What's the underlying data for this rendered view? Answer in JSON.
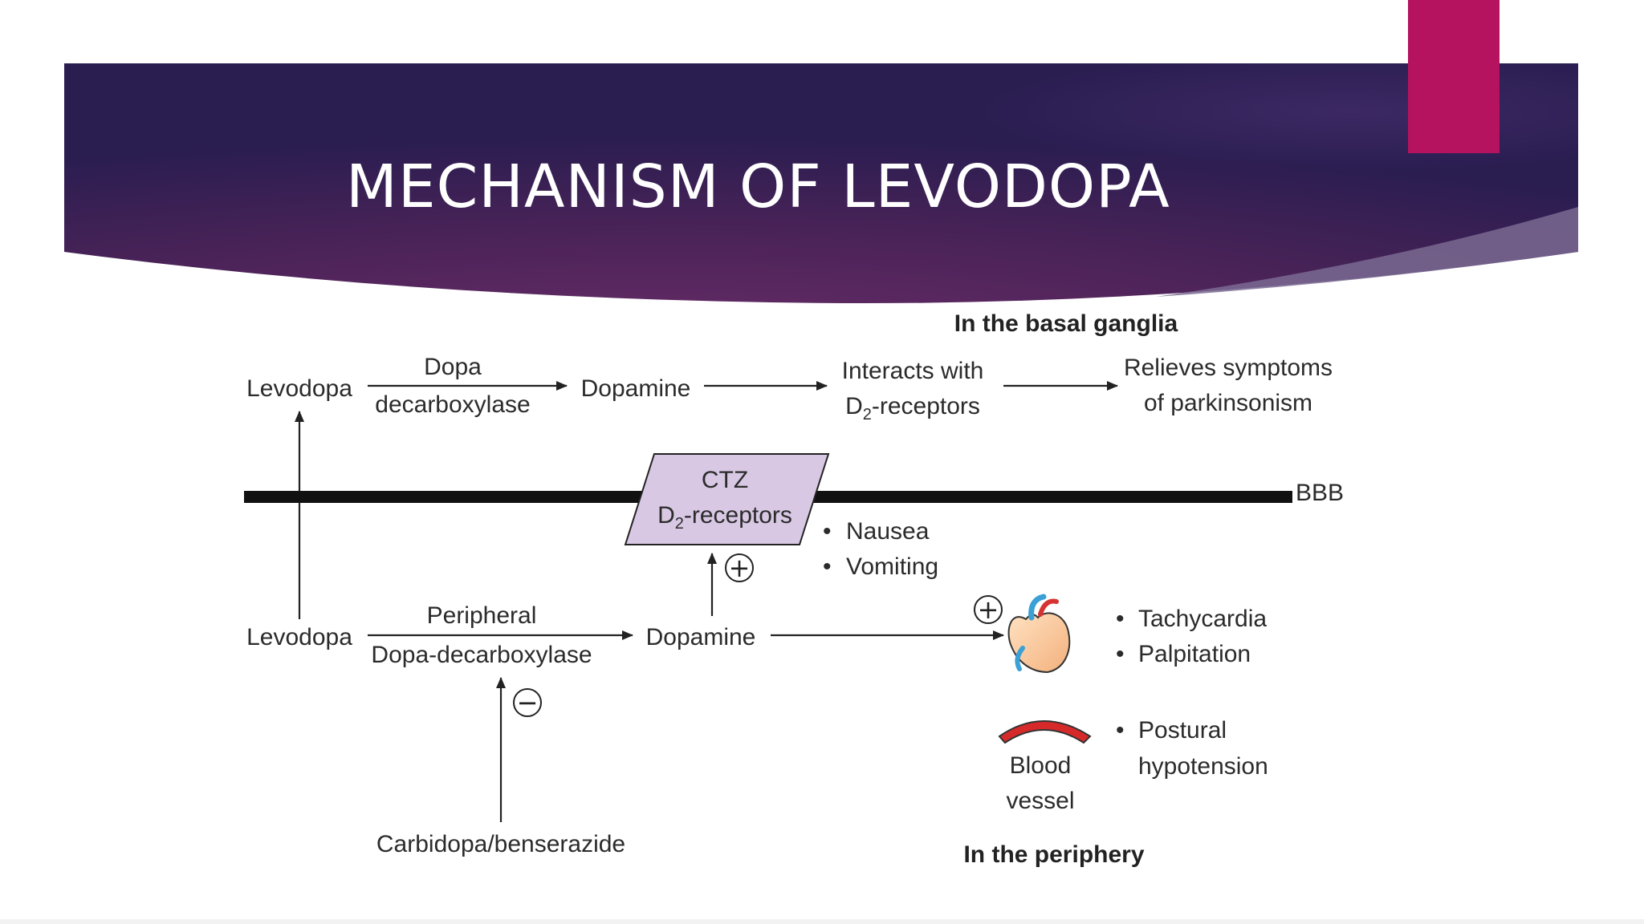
{
  "slide": {
    "title": "MECHANISM OF LEVODOPA",
    "colors": {
      "banner_dark": "#2a1d50",
      "banner_mid": "#6a2c68",
      "accent_tab": "#b5135f",
      "ctz_fill": "#d8c8e4"
    }
  },
  "diagram": {
    "section_top": "In the basal ganglia",
    "section_bottom": "In the periphery",
    "barrier_label": "BBB",
    "top_row": {
      "start": "Levodopa",
      "enzyme_line1": "Dopa",
      "enzyme_line2": "decarboxylase",
      "product": "Dopamine",
      "interact_line1": "Interacts with",
      "interact_line2_main": "D",
      "interact_line2_sub": "2",
      "interact_line2_rest": "-receptors",
      "effect_line1": "Relieves symptoms",
      "effect_line2": "of parkinsonism"
    },
    "ctz": {
      "line1": "CTZ",
      "line2_main": "D",
      "line2_sub": "2",
      "line2_rest": "-receptors",
      "effects": [
        "Nausea",
        "Vomiting"
      ]
    },
    "bottom_row": {
      "start": "Levodopa",
      "enzyme_line1": "Peripheral",
      "enzyme_line2": "Dopa-decarboxylase",
      "product": "Dopamine",
      "inhibitor": "Carbidopa/benserazide"
    },
    "heart_effects": [
      "Tachycardia",
      "Palpitation"
    ],
    "vessel_label_line1": "Blood",
    "vessel_label_line2": "vessel",
    "vessel_effect_line1": "Postural",
    "vessel_effect_line2": "hypotension",
    "bullet": "•",
    "plus_sign": "+",
    "minus_sign": "−"
  }
}
